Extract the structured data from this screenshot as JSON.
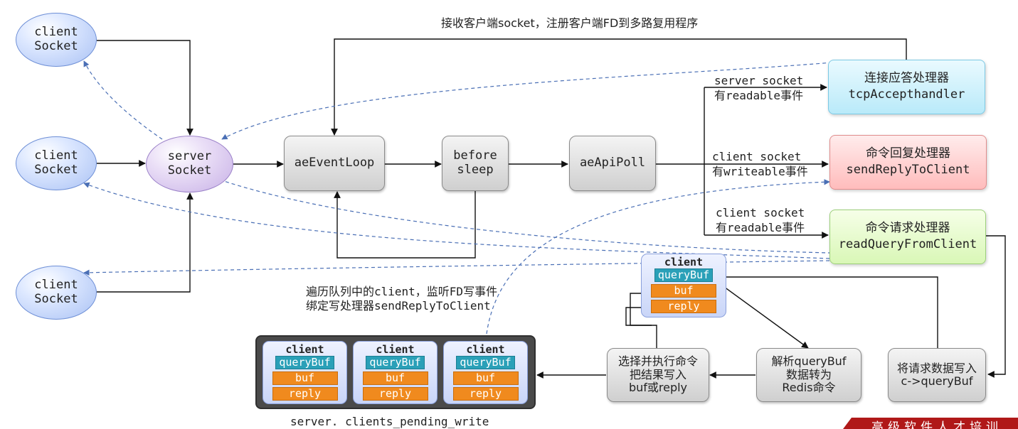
{
  "nodes": {
    "client_socket_label": "client\nSocket",
    "server_socket_label": "server\nSocket",
    "ae_event_loop": "aeEventLoop",
    "before_sleep": "before\nsleep",
    "ae_api_poll": "aeApiPoll"
  },
  "handlers": {
    "accept": {
      "title": "连接应答处理器",
      "fn": "tcpAccepthandler",
      "color": "#b9eaf9"
    },
    "reply": {
      "title": "命令回复处理器",
      "fn": "sendReplyToClient",
      "color": "#ffbcbc"
    },
    "query": {
      "title": "命令请求处理器",
      "fn": "readQueryFromClient",
      "color": "#d9f7b6"
    }
  },
  "edge_labels": {
    "top": "接收客户端socket，注册客户端FD到多路复用程序",
    "server_readable_1": "server socket",
    "server_readable_2": "有readable事件",
    "client_writeable_1": "client socket",
    "client_writeable_2": "有writeable事件",
    "client_readable_1": "client socket",
    "client_readable_2": "有readable事件",
    "traverse_1": "遍历队列中的client，监听FD写事件",
    "traverse_2": "绑定写处理器sendReplyToClient"
  },
  "client_struct": {
    "title": "client",
    "query_buf": "queryBuf",
    "buf": "buf",
    "reply": "reply"
  },
  "process": {
    "write_query": "将请求数据写入\nc->queryBuf",
    "parse": "解析queryBuf\n数据转为\nRedis命令",
    "execute": "选择并执行命令\n把结果写入\nbuf或reply"
  },
  "queue_label": "server. clients_pending_write",
  "watermark": "高级软件人才培训"
}
